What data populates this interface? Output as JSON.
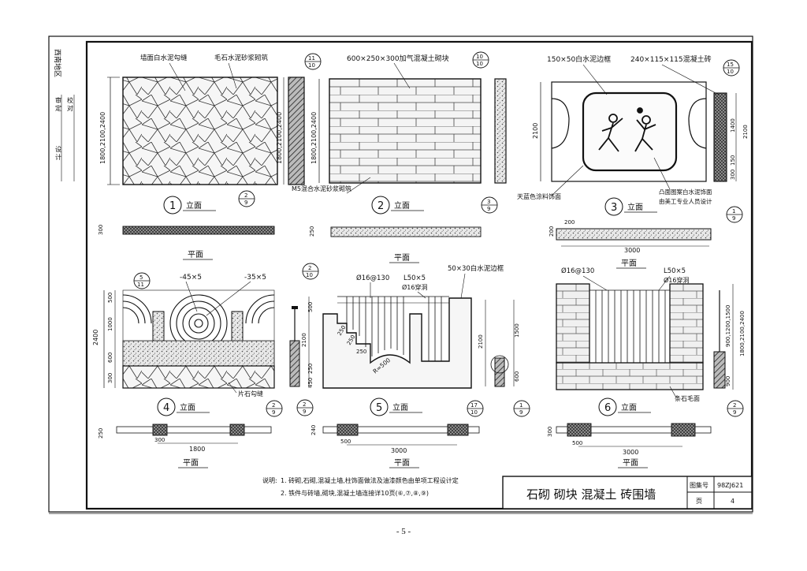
{
  "side_labels": {
    "top": "西南地区",
    "col1": [
      "审",
      "定"
    ],
    "col2": [
      "校",
      "对"
    ],
    "col3": [
      "设",
      "计"
    ]
  },
  "panel1": {
    "labels": [
      "墙面白水泥勾缝",
      "毛石水泥砂浆砌筑"
    ],
    "height_dim": "1800,2100,2400",
    "section_ref": [
      "11",
      "10"
    ],
    "callout_ref": [
      "2",
      "9"
    ],
    "mortar_label": "M5混合水泥砂浆砌筑",
    "number": "1",
    "title": "立面",
    "plan_dim": "300",
    "plan_title": "平面"
  },
  "panel2": {
    "label": "600×250×300加气混凝土砌块",
    "height_dim": "1800,2100,2400",
    "section_ref": [
      "10",
      "10"
    ],
    "callout_ref": [
      "3",
      "9"
    ],
    "number": "2",
    "title": "立面",
    "plan_dim": "250",
    "plan_title": "平面"
  },
  "panel3": {
    "labels": [
      "150×50白水泥边框",
      "240×115×115混凝土砖"
    ],
    "height_left": "2100",
    "height_right": [
      "1400",
      "150",
      "300"
    ],
    "section_ref": [
      "15",
      "10"
    ],
    "paint_label": "天蓝色涂料饰面",
    "relief_label": [
      "凸面图案白水泥饰面",
      "由美工专业人员设计"
    ],
    "callout_ref": [
      "1",
      "9"
    ],
    "number": "3",
    "title": "立面",
    "plan_dims": [
      "200",
      "200",
      "3000"
    ],
    "plan_title": "平面"
  },
  "panel4": {
    "callout_ref": [
      "5",
      "11"
    ],
    "arc_labels": [
      "-45×5",
      "-35×5"
    ],
    "heights": [
      "2400",
      "500",
      "1000",
      "600",
      "300"
    ],
    "stone_label": "片石勾缝",
    "bottom_ref": [
      "2",
      "9"
    ],
    "number": "4",
    "title": "立面",
    "plan_dims": [
      "250",
      "300",
      "1800"
    ],
    "plan_title": "平面"
  },
  "panel5": {
    "top_ref": [
      "2",
      "10"
    ],
    "labels": [
      "Ø16@130",
      "L50×5",
      "Ø16穿洞",
      "50×30白水泥边框"
    ],
    "heights": [
      "500",
      "2100",
      "250",
      "450"
    ],
    "steps": [
      "250",
      "250",
      "250"
    ],
    "radius": "R=500",
    "section_ref": [
      "17",
      "10"
    ],
    "small_ref": [
      "1",
      "9"
    ],
    "dims_right": [
      "1500",
      "600"
    ],
    "right_total": "2100",
    "bottom_ref": [
      "2",
      "9"
    ],
    "number": "5",
    "title": "立面",
    "plan_dims": [
      "240",
      "500",
      "3000"
    ],
    "plan_title": "平面"
  },
  "panel6": {
    "labels": [
      "Ø16@130",
      "L50×5",
      "Ø16穿洞"
    ],
    "heights": [
      "900,1200,1500",
      "1800,2100,2400",
      "900"
    ],
    "stone_label": "条石毛面",
    "bottom_ref": [
      "2",
      "9"
    ],
    "number": "6",
    "title": "立面",
    "plan_dims": [
      "300",
      "500",
      "3000"
    ],
    "plan_title": "平面"
  },
  "notes": {
    "heading": "说明:",
    "items": [
      "1. 砖砌,石砌,混凝土墙,柱饰面做法及油漆颜色由单项工程设计定",
      "2. 铁件与砖墙,砌块,混凝土墙连接详10页(⑥,⑦,⑧,⑨)"
    ]
  },
  "title_block": {
    "title": "石砌 砌块 混凝土 砖围墙",
    "atlas_label": "图集号",
    "atlas_value": "98ZJ621",
    "page_label": "页",
    "page_value": "4"
  },
  "page_number": "- 5 -"
}
